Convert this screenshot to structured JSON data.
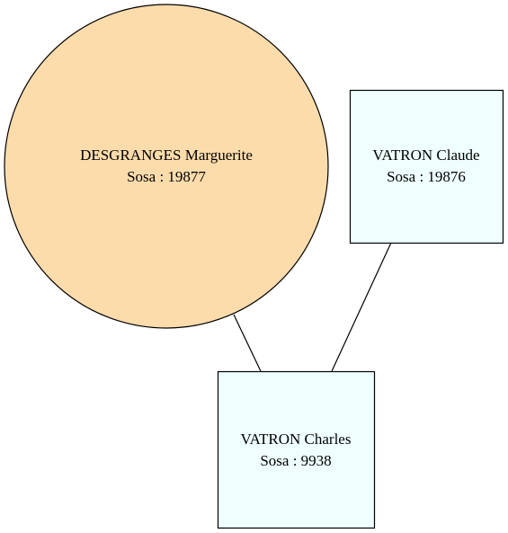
{
  "colors": {
    "female_fill": "#fddcac",
    "male_fill": "#efffff",
    "stroke": "#000000",
    "background": "#ffffff"
  },
  "nodes": {
    "marguerite": {
      "name": "DESGRANGES Marguerite",
      "sosa": "Sosa : 19877",
      "shape": "circle"
    },
    "claude": {
      "name": "VATRON Claude",
      "sosa": "Sosa : 19876",
      "shape": "square"
    },
    "charles": {
      "name": "VATRON Charles",
      "sosa": "Sosa : 9938",
      "shape": "square"
    }
  },
  "edges": [
    {
      "from": "marguerite",
      "to": "charles"
    },
    {
      "from": "claude",
      "to": "charles"
    }
  ]
}
